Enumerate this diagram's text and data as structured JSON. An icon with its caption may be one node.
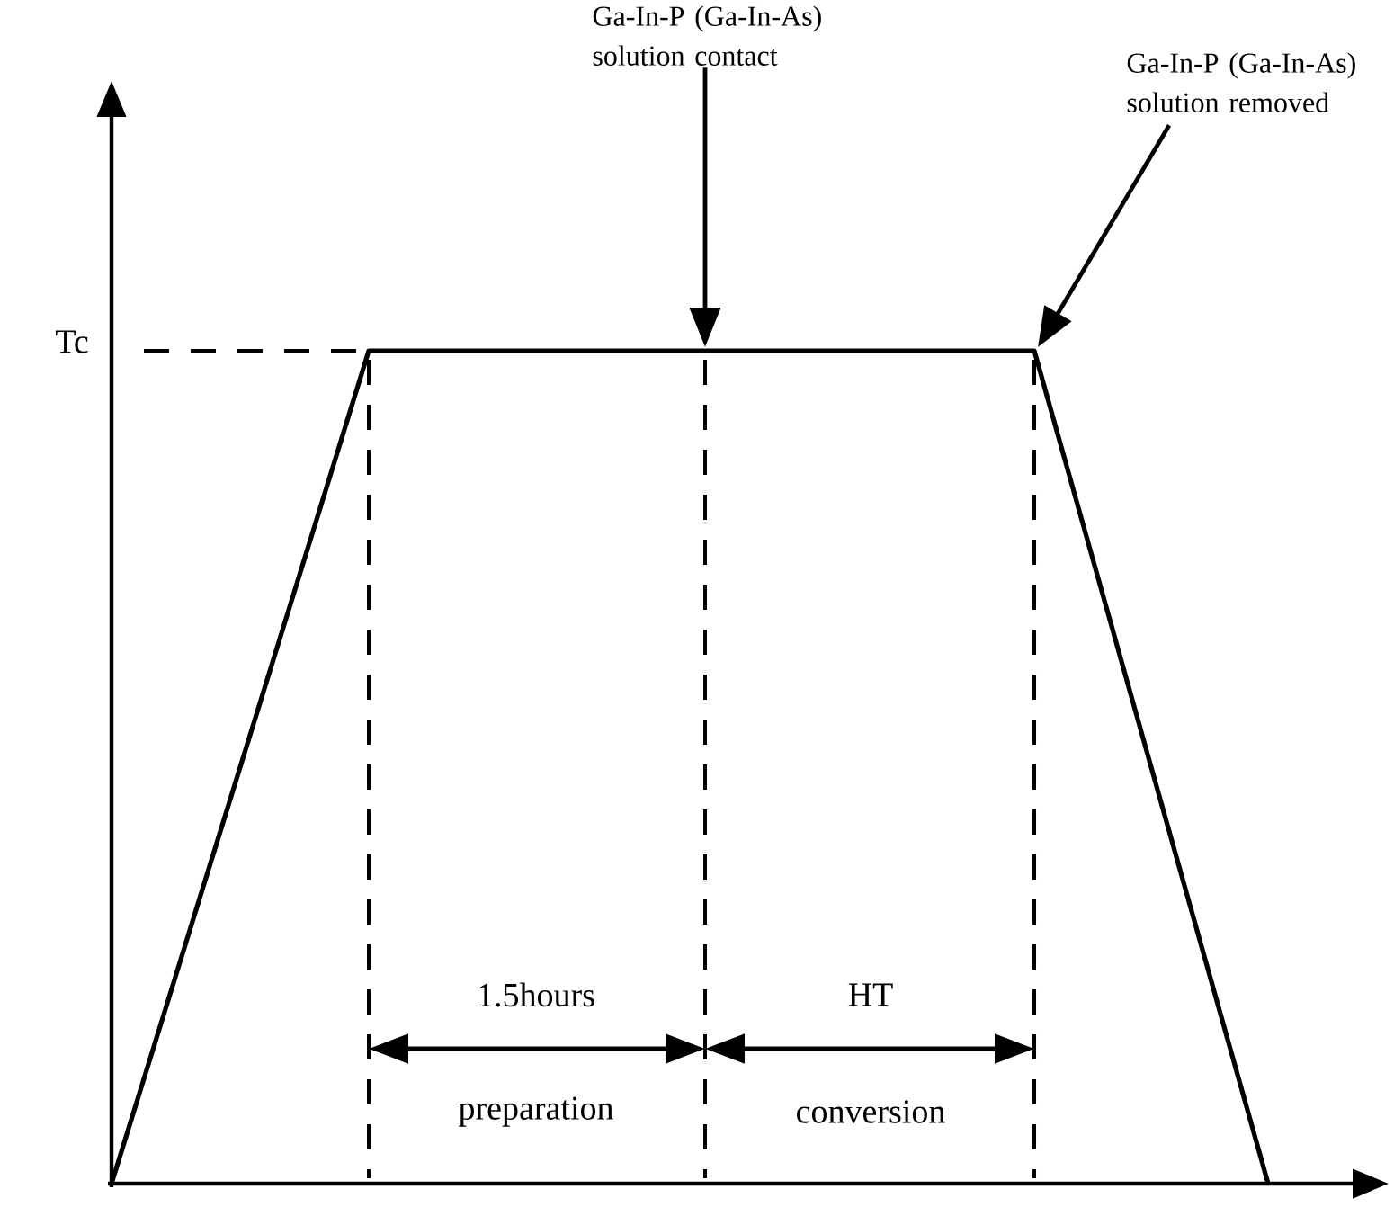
{
  "diagram": {
    "nodes": [
      {
        "text": [
          "Ga-In-P (Ga-In-As) solution contact"
        ]
      },
      {
        "text": [
          "Ga-In-P (Ga-In-As) solution removed"
        ]
      }
    ],
    "edges": [
      {
        "from": 0,
        "to": null,
        "arrow": "to"
      },
      {
        "from": 1,
        "to": null,
        "arrow": "to"
      }
    ],
    "labels": [
      "Tc",
      "1.5hours",
      "preparation",
      "HT",
      "conversion"
    ]
  }
}
